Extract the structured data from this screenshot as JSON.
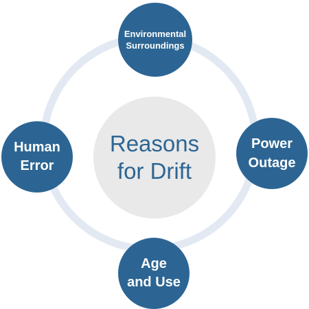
{
  "diagram": {
    "center": {
      "title": "Reasons\nfor Drift"
    },
    "nodes": {
      "top": "Environmental\nSurroundings",
      "right": "Power\nOutage",
      "bottom": "Age\nand Use",
      "left": "Human\nError"
    }
  },
  "colors": {
    "node_fill": "#2c6593",
    "ring": "#e3e9f2",
    "center_fill": "#e9e9e9",
    "center_text": "#2c6593",
    "node_text": "#ffffff"
  }
}
